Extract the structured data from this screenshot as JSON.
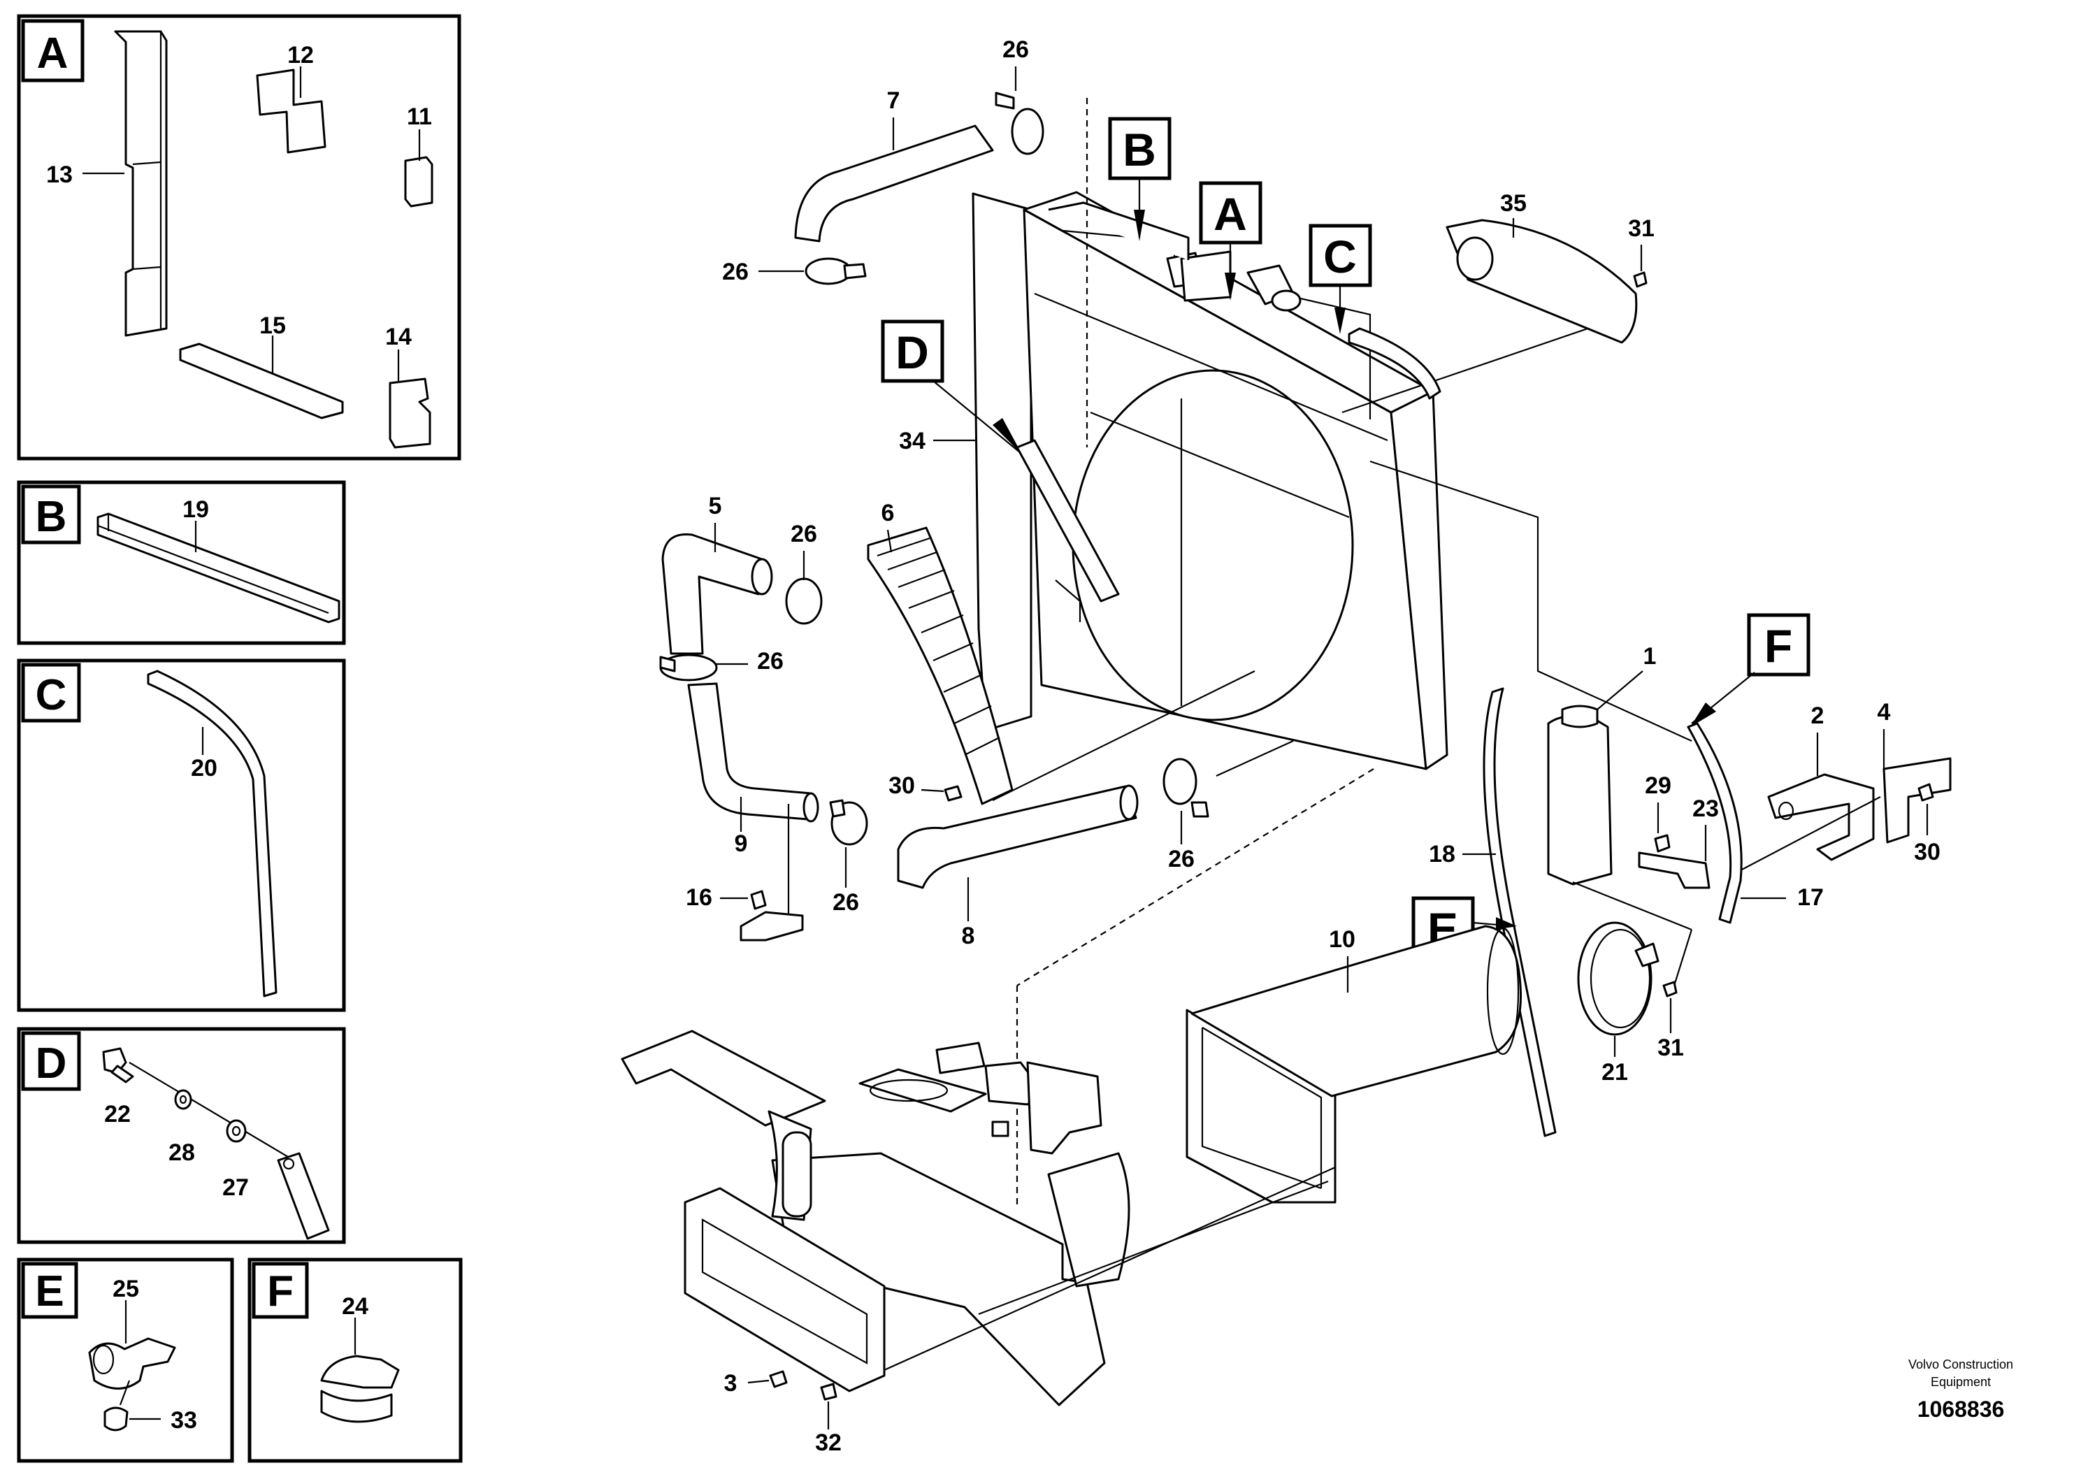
{
  "insets": {
    "A": {
      "letter": "A",
      "callouts": {
        "c13": "13",
        "c12": "12",
        "c11": "11",
        "c15": "15",
        "c14": "14"
      }
    },
    "B": {
      "letter": "B",
      "callouts": {
        "c19": "19"
      }
    },
    "C": {
      "letter": "C",
      "callouts": {
        "c20": "20"
      }
    },
    "D": {
      "letter": "D",
      "callouts": {
        "c22": "22",
        "c28": "28",
        "c27": "27"
      }
    },
    "E": {
      "letter": "E",
      "callouts": {
        "c25": "25",
        "c33": "33"
      }
    },
    "F": {
      "letter": "F",
      "callouts": {
        "c24": "24"
      }
    }
  },
  "main": {
    "refs": {
      "B": "B",
      "A": "A",
      "C": "C",
      "D": "D",
      "E": "E",
      "F": "F"
    },
    "callouts": {
      "c26a": "26",
      "c7": "7",
      "c26b": "26",
      "c35": "35",
      "c31a": "31",
      "c34": "34",
      "c5": "5",
      "c26c": "26",
      "c6": "6",
      "c26d": "26",
      "c9": "9",
      "c30a": "30",
      "c26e": "26",
      "c8": "8",
      "c26f": "26",
      "c16": "16",
      "c1": "1",
      "c2": "2",
      "c4": "4",
      "c29": "29",
      "c23": "23",
      "c30b": "30",
      "c18": "18",
      "c17": "17",
      "c10": "10",
      "c21": "21",
      "c31b": "31",
      "c3": "3",
      "c32": "32"
    }
  },
  "footer": {
    "company_line1": "Volvo Construction",
    "company_line2": "Equipment",
    "doc_number": "1068836"
  }
}
